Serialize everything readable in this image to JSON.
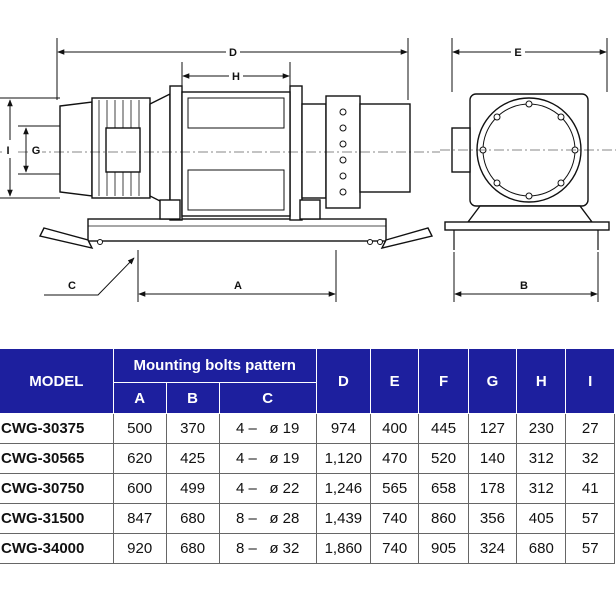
{
  "dimension_labels": {
    "d": "D",
    "h": "H",
    "e": "E",
    "i": "I",
    "g": "G",
    "c": "C",
    "a": "A",
    "b": "B"
  },
  "table": {
    "model_header": "MODEL",
    "group_header": "Mounting bolts pattern",
    "sub_headers": [
      "A",
      "B",
      "C"
    ],
    "right_headers": [
      "D",
      "E",
      "F",
      "G",
      "H",
      "I"
    ],
    "rows": [
      {
        "model": "CWG-30375",
        "a": "500",
        "b": "370",
        "c_count": "4 –",
        "c_dia": "ø 19",
        "d": "974",
        "e": "400",
        "f": "445",
        "g": "127",
        "h": "230",
        "i": "27"
      },
      {
        "model": "CWG-30565",
        "a": "620",
        "b": "425",
        "c_count": "4 –",
        "c_dia": "ø 19",
        "d": "1,120",
        "e": "470",
        "f": "520",
        "g": "140",
        "h": "312",
        "i": "32"
      },
      {
        "model": "CWG-30750",
        "a": "600",
        "b": "499",
        "c_count": "4 –",
        "c_dia": "ø 22",
        "d": "1,246",
        "e": "565",
        "f": "658",
        "g": "178",
        "h": "312",
        "i": "41"
      },
      {
        "model": "CWG-31500",
        "a": "847",
        "b": "680",
        "c_count": "8 –",
        "c_dia": "ø 28",
        "d": "1,439",
        "e": "740",
        "f": "860",
        "g": "356",
        "h": "405",
        "i": "57"
      },
      {
        "model": "CWG-34000",
        "a": "920",
        "b": "680",
        "c_count": "8 –",
        "c_dia": "ø 32",
        "d": "1,860",
        "e": "740",
        "f": "905",
        "g": "324",
        "h": "680",
        "i": "57"
      }
    ]
  }
}
